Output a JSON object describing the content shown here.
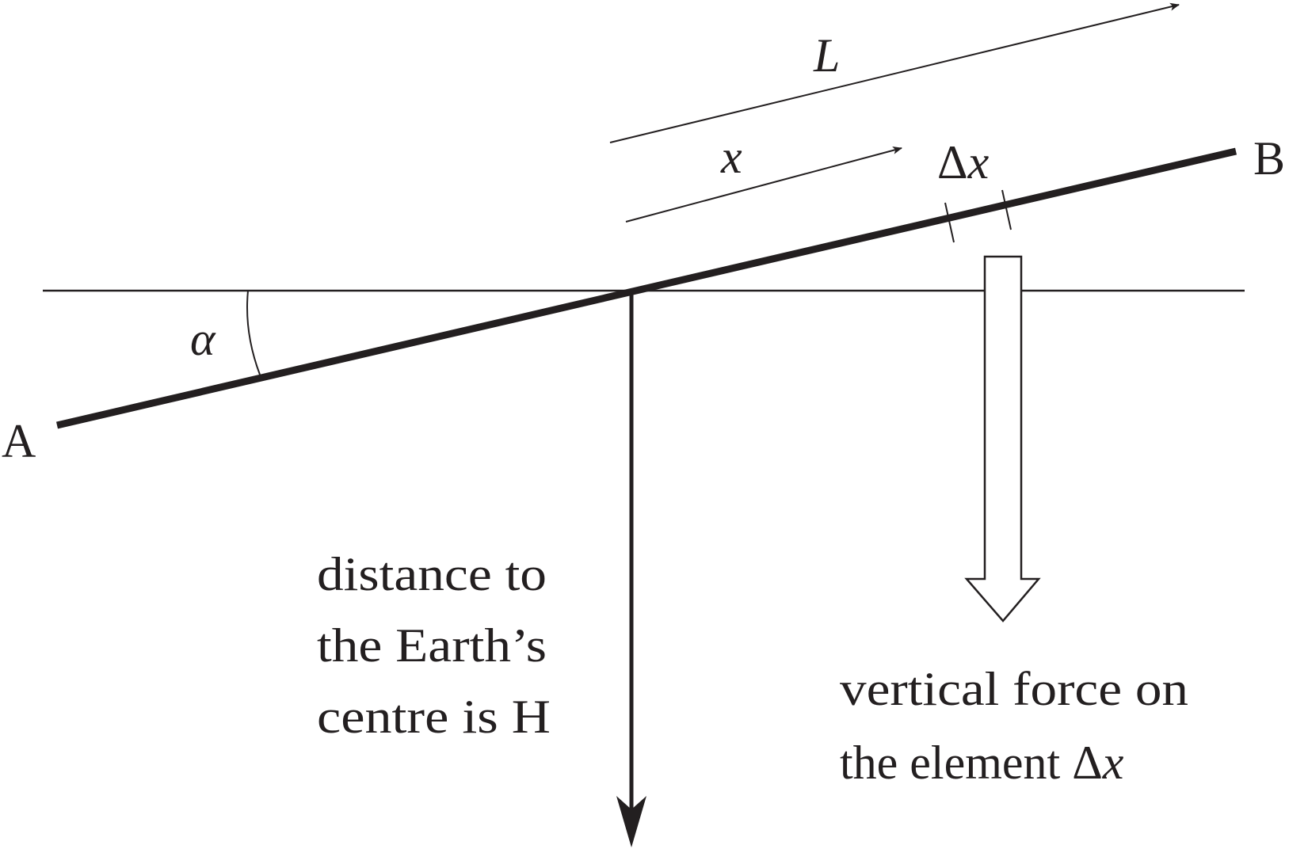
{
  "colors": {
    "ink": "#231f20",
    "background": "#ffffff",
    "arrow_fill": "#ffffff"
  },
  "labels": {
    "end_a": "A",
    "end_b": "B",
    "angle": "α",
    "length": "L",
    "position": "x",
    "element_delta": "Δ",
    "element_var": "x",
    "distance_line1": "distance to",
    "distance_line2": "the Earth’s",
    "distance_line3": "centre is H",
    "force_line1": "vertical force on",
    "force_line2_text": "the element ",
    "force_line2_delta": "Δ",
    "force_line2_var": "x"
  }
}
